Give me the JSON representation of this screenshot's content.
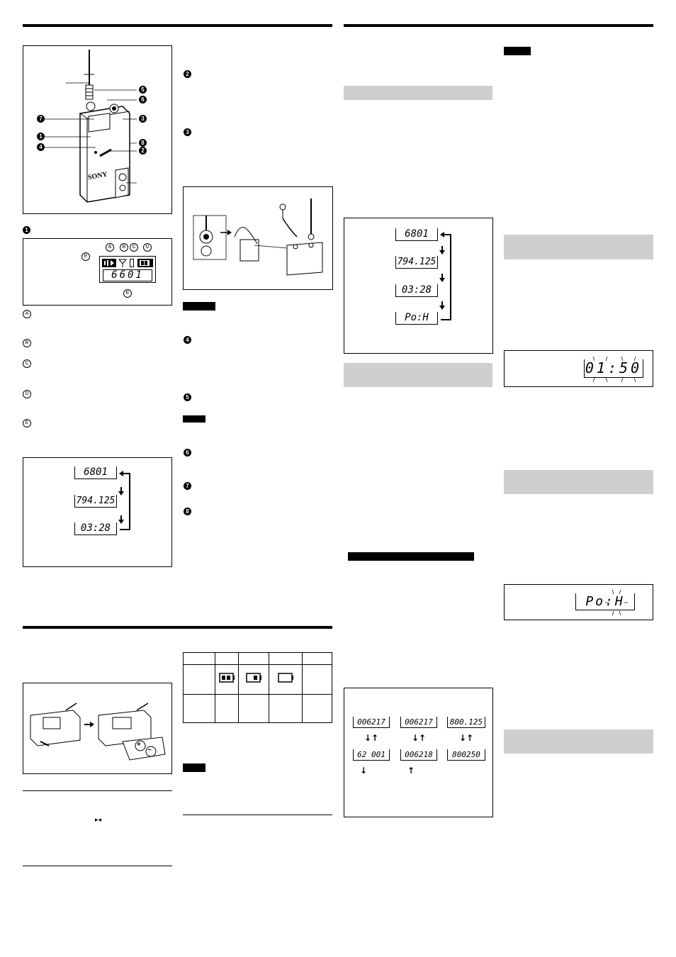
{
  "device": {
    "brand": "SONY",
    "callouts": [
      "5",
      "6",
      "3",
      "7",
      "1",
      "8",
      "4",
      "2"
    ]
  },
  "lcd_panel": {
    "section_number": "1",
    "indicator_letters": [
      "A",
      "B",
      "C",
      "D",
      "E"
    ],
    "display_value": "6601"
  },
  "legend_items": [
    "A",
    "B",
    "C",
    "D",
    "E"
  ],
  "display_cycle_left": {
    "values": [
      "6801",
      "794.125",
      "03:28"
    ]
  },
  "middle_column": {
    "markers": [
      "2",
      "3",
      "4",
      "5",
      "6",
      "7",
      "8"
    ]
  },
  "display_cycle_right": {
    "values": [
      "6801",
      "794.125",
      "03:28",
      "Po:H"
    ]
  },
  "display_single_1": {
    "value": "01:50"
  },
  "display_single_2": {
    "value": "Po:H"
  },
  "display_grid": {
    "row1": [
      "006217",
      "006217",
      "800.125"
    ],
    "row2": [
      "62 001",
      "006218",
      "800250"
    ]
  },
  "battery_table": {
    "icons": [
      "battery-full-icon",
      "battery-half-icon",
      "battery-empty-icon"
    ]
  },
  "battery_figure": {
    "polarity_plus": "+",
    "polarity_minus": "−"
  }
}
